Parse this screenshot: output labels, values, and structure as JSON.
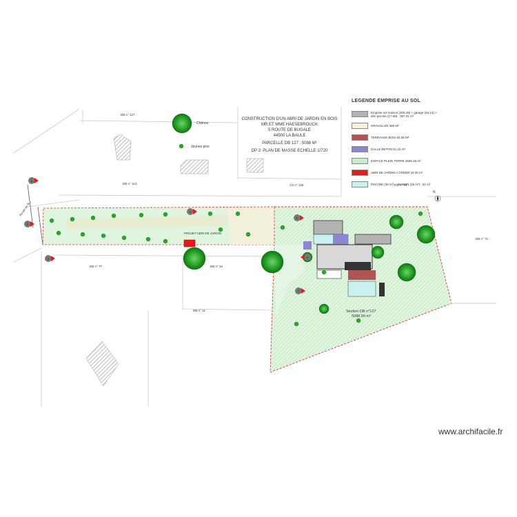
{
  "title_block": {
    "line1": "CONSTRUCTION D'UN ABRI DE JARDIN EN BOIS",
    "line2": "MR ET MME HAESEBROUCK",
    "line3": "5 ROUTE DE BUGALE",
    "line4": "44500 LA BAULE",
    "line5": "PARCELLE DB 127 : 5088 M²",
    "line6": "DP 2: PLAN DE MASSE  ECHELLE 1/720"
  },
  "legend": {
    "title": "LEGENDE EMPRISE AU SOL",
    "items": [
      {
        "label": "Emprise sol maison (305.49) + garage (64.14) + abri piscine (17.68) : 387.31 m²",
        "color": "#b3b3b3"
      },
      {
        "label": "GRAVILLON 385 M²",
        "color": "#f7f1d5"
      },
      {
        "label": "TERRASSE BOIS 64.06 M²",
        "color": "#b05555"
      },
      {
        "label": "DALLE BETON 61.15 m²",
        "color": "#8a86d2"
      },
      {
        "label": "ESPACE PLEIN TERRE 3659.45 m²",
        "color": "#c8efc8"
      },
      {
        "label": "ABRI DE JARDIN A CREER 19.25 m²",
        "color": "#e81a1a"
      },
      {
        "label": "PISCINE (36 m²) + BASSIN (25 m²) : 61 m²",
        "color": "#c9f1ef"
      }
    ]
  },
  "map_labels": {
    "chenes": "Chênes",
    "jeunes_pins": "Jeunes pins",
    "projet_abri": "PROJET ABRI DE JARDIN",
    "section_title": "Section DB n°127",
    "section_area": "5088.00 m²",
    "parcel_127": "DB n° 127",
    "parcel_114": "DB n° 114",
    "parcel_126": "CS n° 126",
    "parcel_75": "CS n° 75",
    "parcel_71": "DB n° 71",
    "parcel_77": "DB n° 77",
    "parcel_16": "DB n° 16",
    "parcel_11": "DB n° 11",
    "road": "Route de B...",
    "north": "N"
  },
  "viewpoints": [
    "1",
    "2",
    "3",
    "4",
    "5",
    "6",
    "7"
  ],
  "watermark": "www.archifacile.fr"
}
